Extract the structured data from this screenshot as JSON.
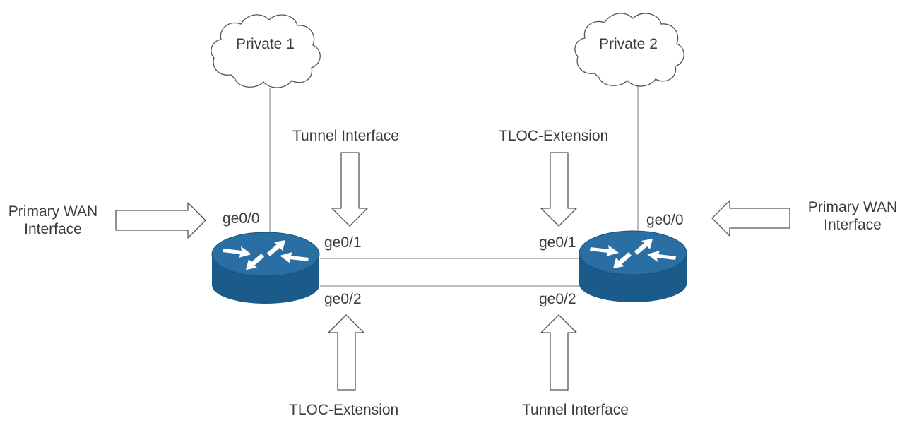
{
  "clouds": {
    "left": "Private 1",
    "right": "Private 2"
  },
  "labels": {
    "top_left_arrow": "Tunnel Interface",
    "top_right_arrow": "TLOC-Extension",
    "bottom_left_arrow": "TLOC-Extension",
    "bottom_right_arrow": "Tunnel Interface",
    "left_wan_line1": "Primary WAN",
    "left_wan_line2": "Interface",
    "right_wan_line1": "Primary WAN",
    "right_wan_line2": "Interface"
  },
  "interfaces": {
    "left_ge00": "ge0/0",
    "left_ge01": "ge0/1",
    "left_ge02": "ge0/2",
    "right_ge00": "ge0/0",
    "right_ge01": "ge0/1",
    "right_ge02": "ge0/2"
  },
  "colors": {
    "router_body": "#1b5b8a",
    "router_top": "#2a6fa3",
    "line": "#a6a6a6",
    "text": "#3b3b3b"
  },
  "icons": [
    "cloud-icon",
    "router-icon",
    "hollow-arrow-icon"
  ]
}
